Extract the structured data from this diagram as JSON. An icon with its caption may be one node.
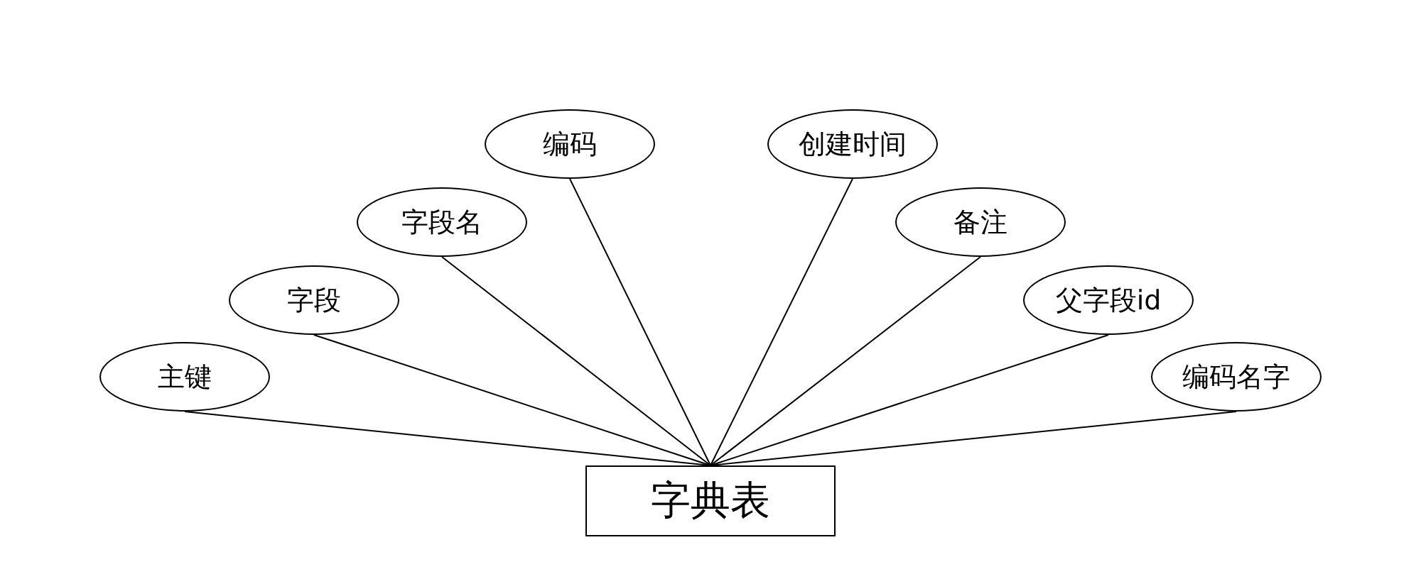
{
  "diagram": {
    "nodes": [
      {
        "text": [
          "主键"
        ]
      },
      {
        "text": [
          "字段"
        ]
      },
      {
        "text": [
          "字段名"
        ]
      },
      {
        "text": [
          "编码"
        ]
      },
      {
        "text": [
          "创建时间"
        ]
      },
      {
        "text": [
          "备注"
        ]
      },
      {
        "text": [
          "父字段id"
        ]
      },
      {
        "text": [
          "编码名字"
        ]
      },
      {
        "text": [
          "字典表"
        ]
      }
    ],
    "edges": [
      {
        "from": 8,
        "to": 0,
        "arrow": "none"
      },
      {
        "from": 8,
        "to": 1,
        "arrow": "none"
      },
      {
        "from": 8,
        "to": 2,
        "arrow": "none"
      },
      {
        "from": 8,
        "to": 3,
        "arrow": "none"
      },
      {
        "from": 8,
        "to": 4,
        "arrow": "none"
      },
      {
        "from": 8,
        "to": 5,
        "arrow": "none"
      },
      {
        "from": 8,
        "to": 6,
        "arrow": "none"
      },
      {
        "from": 8,
        "to": 7,
        "arrow": "none"
      }
    ]
  }
}
